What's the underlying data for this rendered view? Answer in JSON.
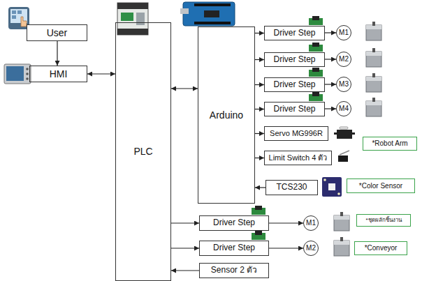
{
  "diagram": {
    "nodes": [
      {
        "text": [
          "User"
        ]
      },
      {
        "text": [
          "HMI"
        ]
      },
      {
        "text": [
          "PLC"
        ]
      },
      {
        "text": [
          "Arduino"
        ]
      },
      {
        "text": [
          "Driver Step"
        ]
      },
      {
        "text": [
          "M1"
        ]
      },
      {
        "text": [
          "Driver Step"
        ]
      },
      {
        "text": [
          "M2"
        ]
      },
      {
        "text": [
          "Driver Step"
        ]
      },
      {
        "text": [
          "M3"
        ]
      },
      {
        "text": [
          "Driver Step"
        ]
      },
      {
        "text": [
          "M4"
        ]
      },
      {
        "text": [
          "Servo MG996R"
        ]
      },
      {
        "text": [
          "Limit Switch 4 ตัว"
        ]
      },
      {
        "text": [
          "*Robot Arm"
        ]
      },
      {
        "text": [
          "TCS230"
        ]
      },
      {
        "text": [
          "*Color Sensor"
        ]
      },
      {
        "text": [
          "Driver Step"
        ]
      },
      {
        "text": [
          "M1"
        ]
      },
      {
        "text": [
          "*ชุดผลักชิ้นงาน"
        ]
      },
      {
        "text": [
          "Driver Step"
        ]
      },
      {
        "text": [
          "M2"
        ]
      },
      {
        "text": [
          "*Conveyor"
        ]
      },
      {
        "text": [
          "Sensor 2 ตัว"
        ]
      }
    ],
    "edges": [
      {
        "from": 0,
        "to": 1,
        "arrow": "to"
      },
      {
        "from": 1,
        "to": 2,
        "arrow": "both"
      },
      {
        "from": 2,
        "to": 3,
        "arrow": "both"
      },
      {
        "from": 3,
        "to": 4,
        "arrow": "to"
      },
      {
        "from": 4,
        "to": 5,
        "arrow": "to"
      },
      {
        "from": 3,
        "to": 6,
        "arrow": "to"
      },
      {
        "from": 6,
        "to": 7,
        "arrow": "to"
      },
      {
        "from": 3,
        "to": 8,
        "arrow": "to"
      },
      {
        "from": 8,
        "to": 9,
        "arrow": "to"
      },
      {
        "from": 3,
        "to": 10,
        "arrow": "to"
      },
      {
        "from": 10,
        "to": 11,
        "arrow": "to"
      },
      {
        "from": 3,
        "to": 12,
        "arrow": "to"
      },
      {
        "from": 3,
        "to": 13,
        "arrow": "to"
      },
      {
        "from": 15,
        "to": 3,
        "arrow": "to"
      },
      {
        "from": 2,
        "to": 17,
        "arrow": "to"
      },
      {
        "from": 17,
        "to": 18,
        "arrow": "to"
      },
      {
        "from": 2,
        "to": 20,
        "arrow": "to"
      },
      {
        "from": 20,
        "to": 21,
        "arrow": "to"
      },
      {
        "from": 23,
        "to": 2,
        "arrow": "to"
      }
    ]
  }
}
